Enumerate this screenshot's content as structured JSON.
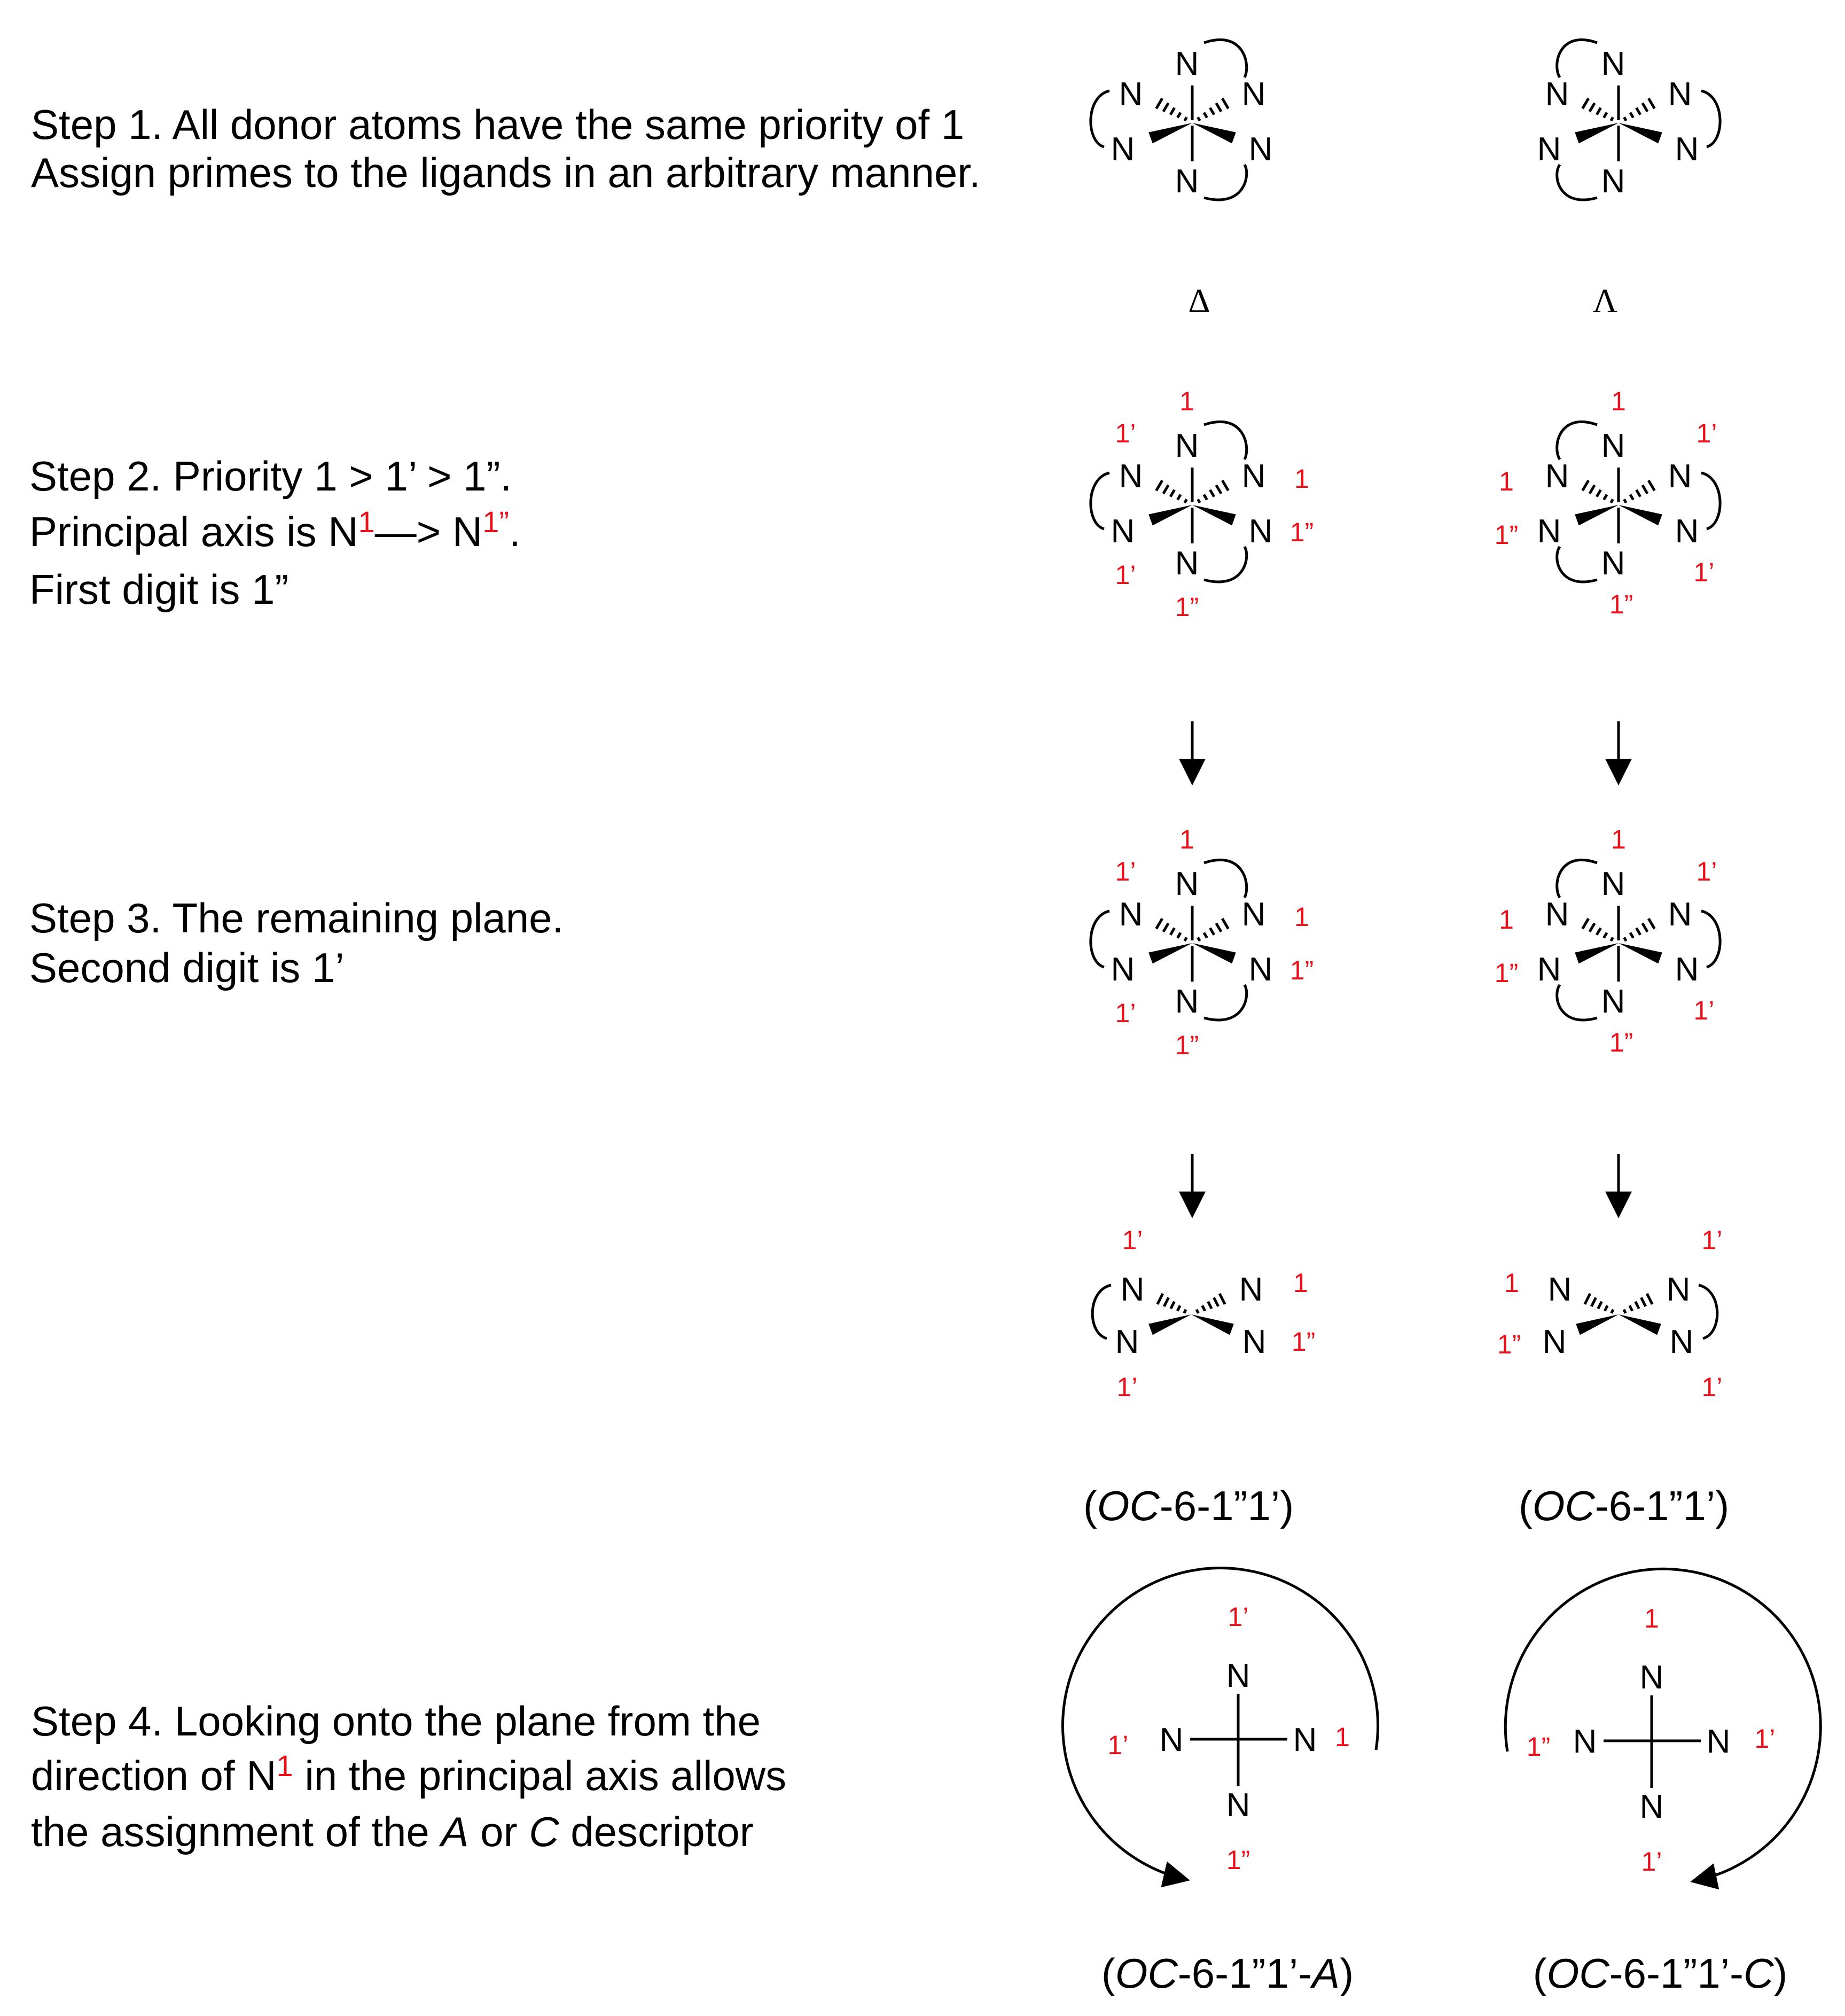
{
  "steps": {
    "s1": [
      "Step 1. All donor atoms have the same priority of 1",
      "Assign primes to the ligands in an arbitrary manner."
    ],
    "s2_l1": "Step 2. Priority 1 > 1’ > 1”.",
    "s2_l2_a": "Principal axis is N",
    "s2_l2_sup1": "1",
    "s2_l2_b": "—> N",
    "s2_l2_sup2": "1”",
    "s2_l2_c": ".",
    "s2_l3": "First digit is 1”",
    "s3": [
      "Step 3. The remaining plane.",
      "Second digit is 1’"
    ],
    "s4_l1": "Step 4. Looking onto the plane from the",
    "s4_l2_a": "direction of N",
    "s4_l2_sup": "1",
    "s4_l2_b": " in the principal axis allows",
    "s4_l3_a": "the assignment of the ",
    "s4_l3_A": "A",
    "s4_l3_or": " or ",
    "s4_l3_C": "C",
    "s4_l3_b": " descriptor"
  },
  "atom": "N",
  "priority_labels": {
    "p1": "1",
    "p1p": "1’",
    "p1pp": "1”"
  },
  "chirality": {
    "delta": "Δ",
    "lambda": "Λ"
  },
  "descriptors": {
    "mid_left": {
      "open": "(",
      "oc": "OC",
      "rest": "-6-1”1’)"
    },
    "mid_right": {
      "open": "(",
      "oc": "OC",
      "rest": "-6-1”1’)"
    },
    "final_left": {
      "open": "(",
      "oc": "OC",
      "rest": "-6-1”1’-",
      "letter": "A",
      "close": ")"
    },
    "final_right": {
      "open": "(",
      "oc": "OC",
      "rest": "-6-1”1’-",
      "letter": "C",
      "close": ")"
    }
  },
  "colors": {
    "label": "#e8111b",
    "ink": "#000000"
  }
}
